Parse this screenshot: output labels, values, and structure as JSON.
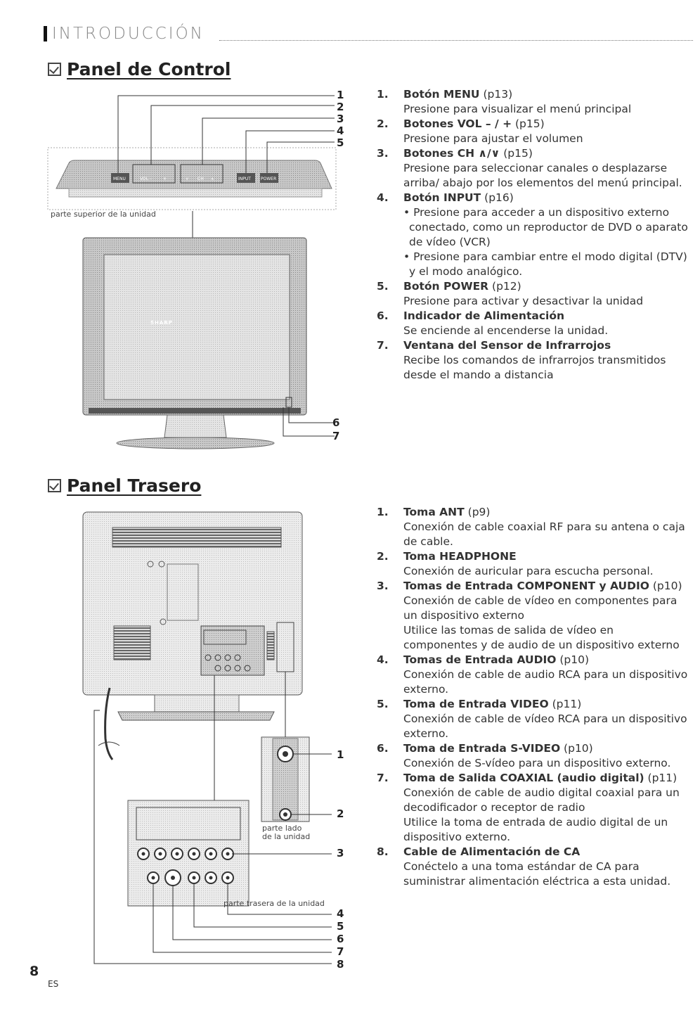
{
  "header": {
    "title": "INTRODUCCIÓN"
  },
  "control_panel": {
    "title": "Panel de Control",
    "callout_numbers": [
      "1",
      "2",
      "3",
      "4",
      "5",
      "6",
      "7"
    ],
    "top_labels": [
      "MENU",
      "VOL –",
      "+",
      "∨",
      "CH",
      "∧",
      "INPUT",
      "POWER"
    ],
    "top_caption": "parte superior de la unidad",
    "brand": "SHARP",
    "items": [
      {
        "num": "1.",
        "head": "Botón MENU",
        "ref": " (p13)",
        "lines": [
          "Presione para visualizar el menú principal"
        ]
      },
      {
        "num": "2.",
        "head": "Botones VOL – / +",
        "ref": " (p15)",
        "lines": [
          "Presione para ajustar el volumen"
        ]
      },
      {
        "num": "3.",
        "head": "Botones CH ∧/∨",
        "ref": " (p15)",
        "lines": [
          "Presione para seleccionar canales o desplazarse arriba/ abajo por los elementos del menú principal."
        ]
      },
      {
        "num": "4.",
        "head": "Botón INPUT",
        "ref": " (p16)",
        "bullets": [
          "• Presione para acceder a un dispositivo externo conectado, como un reproductor de DVD o aparato de vídeo (VCR)",
          "• Presione para cambiar entre el modo digital (DTV) y el modo analógico."
        ]
      },
      {
        "num": "5.",
        "head": "Botón POWER",
        "ref": " (p12)",
        "lines": [
          "Presione para activar y desactivar la unidad"
        ]
      },
      {
        "num": "6.",
        "head": "Indicador de Alimentación",
        "ref": "",
        "lines": [
          "Se enciende al encenderse la unidad."
        ]
      },
      {
        "num": "7.",
        "head": "Ventana del Sensor de Infrarrojos",
        "ref": "",
        "lines": [
          "Recibe los comandos de infrarrojos transmitidos desde el mando a distancia"
        ]
      }
    ]
  },
  "rear_panel": {
    "title": "Panel Trasero",
    "callout_numbers": [
      "1",
      "2",
      "3",
      "4",
      "5",
      "6",
      "7",
      "8"
    ],
    "side_caption": "parte lado de la unidad",
    "rear_caption": "parte trasera de la unidad",
    "items": [
      {
        "num": "1.",
        "head": "Toma ANT",
        "ref": " (p9)",
        "lines": [
          "Conexión de cable coaxial RF para su antena o caja de cable."
        ]
      },
      {
        "num": "2.",
        "head": "Toma HEADPHONE",
        "ref": "",
        "lines": [
          "Conexión de auricular para escucha personal."
        ]
      },
      {
        "num": "3.",
        "head": "Tomas de Entrada COMPONENT y AUDIO",
        "ref": " (p10)",
        "lines": [
          "Conexión de cable de vídeo en componentes para un dispositivo externo",
          "Utilice las tomas de salida de vídeo en componentes y de audio de un dispositivo externo"
        ]
      },
      {
        "num": "4.",
        "head": "Tomas de Entrada AUDIO",
        "ref": " (p10)",
        "lines": [
          "Conexión de cable de audio RCA para un dispositivo externo."
        ]
      },
      {
        "num": "5.",
        "head": "Toma de Entrada VIDEO",
        "ref": " (p11)",
        "lines": [
          "Conexión de cable de vídeo RCA para un dispositivo externo."
        ]
      },
      {
        "num": "6.",
        "head": "Toma de Entrada S-VIDEO",
        "ref": " (p10)",
        "lines": [
          "Conexión de S-vídeo para un dispositivo externo."
        ]
      },
      {
        "num": "7.",
        "head": "Toma de Salida COAXIAL (audio digital)",
        "ref": " (p11)",
        "lines": [
          "Conexión de cable de audio digital coaxial para un decodificador o receptor de radio",
          "Utilice la toma de entrada de audio digital de un dispositivo externo."
        ]
      },
      {
        "num": "8.",
        "head": "Cable de Alimentación de CA",
        "ref": "",
        "lines": [
          "Conéctelo a una toma estándar de CA para suministrar alimentación eléctrica a esta unidad."
        ]
      }
    ]
  },
  "footer": {
    "page": "8",
    "lang": "ES"
  }
}
